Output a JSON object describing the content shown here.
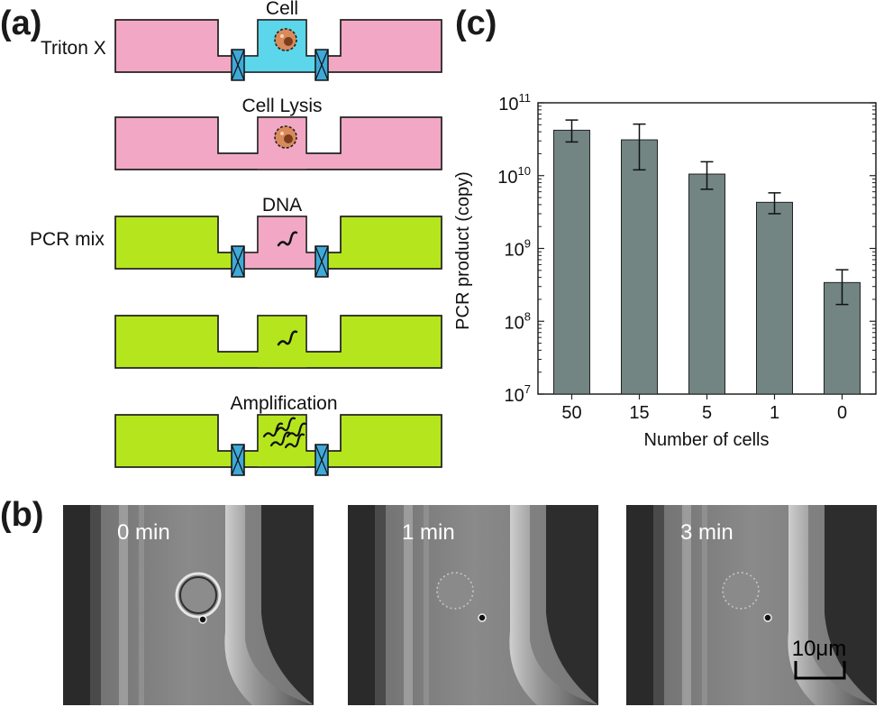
{
  "panel_labels": {
    "a": "(a)",
    "b": "(b)",
    "c": "(c)"
  },
  "schematic": {
    "colors": {
      "triton": "#f2a8c4",
      "cell_chamber": "#5cd6ea",
      "pcr_mix": "#b5e61d",
      "valve": "#3fa9d8",
      "outline": "#222222",
      "cell_body": "#d98a5a"
    },
    "side_labels": {
      "row1": "Triton X",
      "row3": "PCR mix"
    },
    "stages": [
      {
        "label": "Cell",
        "valves": true,
        "fill": "triton",
        "chamber": "cell_chamber",
        "content": "cell"
      },
      {
        "label": "Cell Lysis",
        "valves": false,
        "fill": "triton",
        "chamber": "triton",
        "content": "cell-lysing"
      },
      {
        "label": "DNA",
        "valves": true,
        "fill": "pcr_mix",
        "chamber": "triton",
        "content": "dna-1"
      },
      {
        "label": "",
        "valves": false,
        "fill": "pcr_mix",
        "chamber": "pcr_mix",
        "content": "dna-1"
      },
      {
        "label": "Amplification",
        "valves": true,
        "fill": "pcr_mix",
        "chamber": "pcr_mix",
        "content": "dna-many"
      }
    ]
  },
  "micrographs": {
    "frames": [
      {
        "time_label": "0 min"
      },
      {
        "time_label": "1 min"
      },
      {
        "time_label": "3 min"
      }
    ],
    "scale_bar": "10μm"
  },
  "chart_data": {
    "type": "bar",
    "categories": [
      "50",
      "15",
      "5",
      "1",
      "0"
    ],
    "values": [
      42000000000.0,
      31000000000.0,
      10500000000.0,
      4300000000.0,
      340000000.0
    ],
    "error_low": [
      29000000000.0,
      12000000000.0,
      6500000000.0,
      3000000000.0,
      170000000.0
    ],
    "error_high": [
      58000000000.0,
      51000000000.0,
      15500000000.0,
      5800000000.0,
      510000000.0
    ],
    "xlabel": "Number of cells",
    "ylabel": "PCR product (copy)",
    "ylim": [
      10000000.0,
      100000000000.0
    ],
    "yscale": "log",
    "ytick_labels": [
      {
        "base": "10",
        "exp": "7",
        "value": 10000000.0
      },
      {
        "base": "10",
        "exp": "8",
        "value": 100000000.0
      },
      {
        "base": "10",
        "exp": "9",
        "value": 1000000000.0
      },
      {
        "base": "10",
        "exp": "10",
        "value": 10000000000.0
      },
      {
        "base": "10",
        "exp": "11",
        "value": 100000000000.0
      }
    ],
    "bar_color": "#728582",
    "grid": false
  }
}
